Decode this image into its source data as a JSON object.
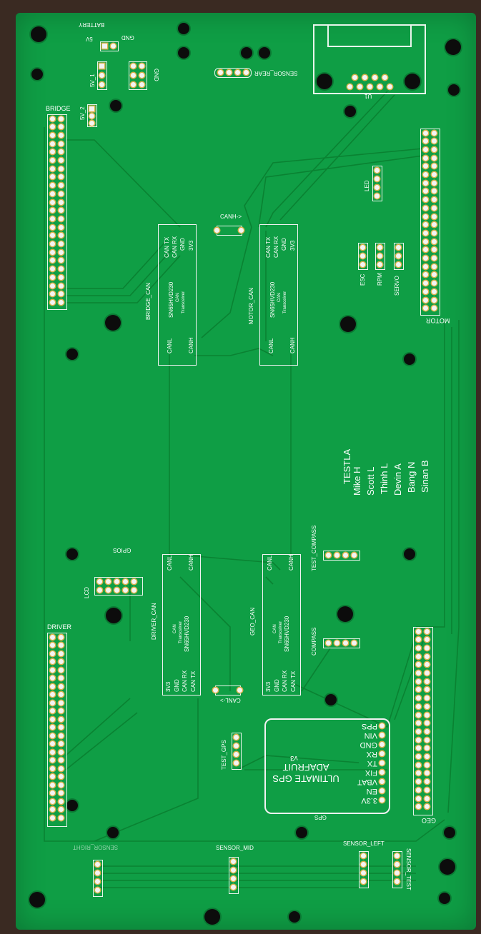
{
  "board": {
    "color": "#0f9e45",
    "trace_color": "#0a8a3a"
  },
  "labels": {
    "battery": "BATTERY",
    "gnd_top": "GND",
    "five_v": "5V",
    "five_v_1": "5V_1",
    "five_v_2": "5V_2",
    "gnd_mid": "GND",
    "sensor_rear": "SENSOR_REAR",
    "u1": "U1",
    "bridge": "BRIDGE",
    "led": "LED",
    "esc": "ESC",
    "rpm": "RPM",
    "servo": "SERVO",
    "motor": "MOTOR",
    "canh_arrow": "CANH->",
    "canl_arrow": "CANL->",
    "bridge_can": "BRIDGE_CAN",
    "motor_can": "MOTOR_CAN",
    "driver_can": "DRIVER_CAN",
    "geo_can": "GEO_CAN",
    "test_compass": "TEST_COMPASS",
    "compass": "COMPASS",
    "gpios": "GPIOS",
    "lcd": "LCD",
    "driver": "DRIVER",
    "test_gps": "TEST_GPS",
    "gps": "GPS",
    "geo": "GEO",
    "sensor_mid": "SENSOR_MID",
    "sensor_left": "SENSOR_LEFT",
    "sensor_test": "SENSOR_TEST",
    "sensor_right": "SENSOR_RIGHT"
  },
  "can_module": {
    "pins_top": [
      "CAN TX",
      "CAN RX",
      "GND",
      "3V3"
    ],
    "chip": "SN65HVD230",
    "sub": "CAN",
    "sub2": "Transceiver",
    "canl": "CANL",
    "canh": "CANH"
  },
  "gps_module": {
    "title": "ADAFRUIT",
    "title2": "ULTIMATE GPS",
    "version": "v3",
    "pins": [
      "PPS",
      "VIN",
      "GND",
      "RX",
      "TX",
      "FIX",
      "VBAT",
      "EN",
      "3.3V"
    ]
  },
  "team": {
    "name": "TESTLA",
    "members": [
      "Mike H",
      "Scott L",
      "Thinh L",
      "Devin A",
      "Bang N",
      "Sinan B"
    ]
  }
}
